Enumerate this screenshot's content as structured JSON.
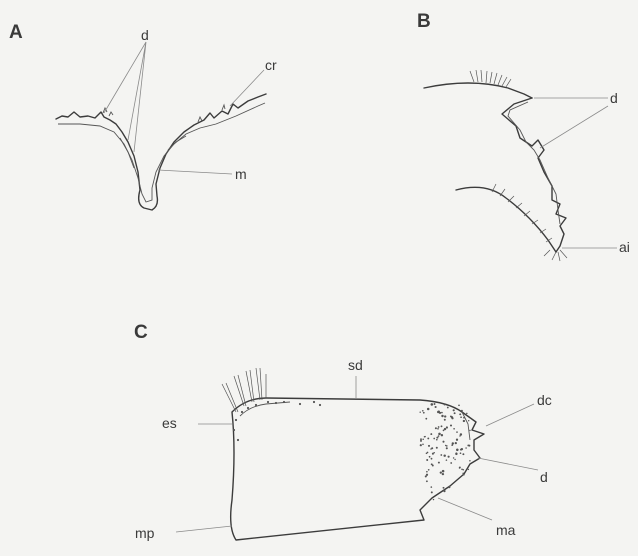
{
  "panels": {
    "A": {
      "letter": "A",
      "labels": {
        "d": "d",
        "cr": "cr",
        "m": "m"
      }
    },
    "B": {
      "letter": "B",
      "labels": {
        "d": "d",
        "ai": "ai"
      }
    },
    "C": {
      "letter": "C",
      "labels": {
        "sd": "sd",
        "es": "es",
        "dc": "dc",
        "d": "d",
        "mp": "mp",
        "ma": "ma"
      }
    }
  },
  "colors": {
    "ink": "#3c3c3c",
    "background": "#f4f4f2",
    "leader": "#8a8a8a"
  }
}
